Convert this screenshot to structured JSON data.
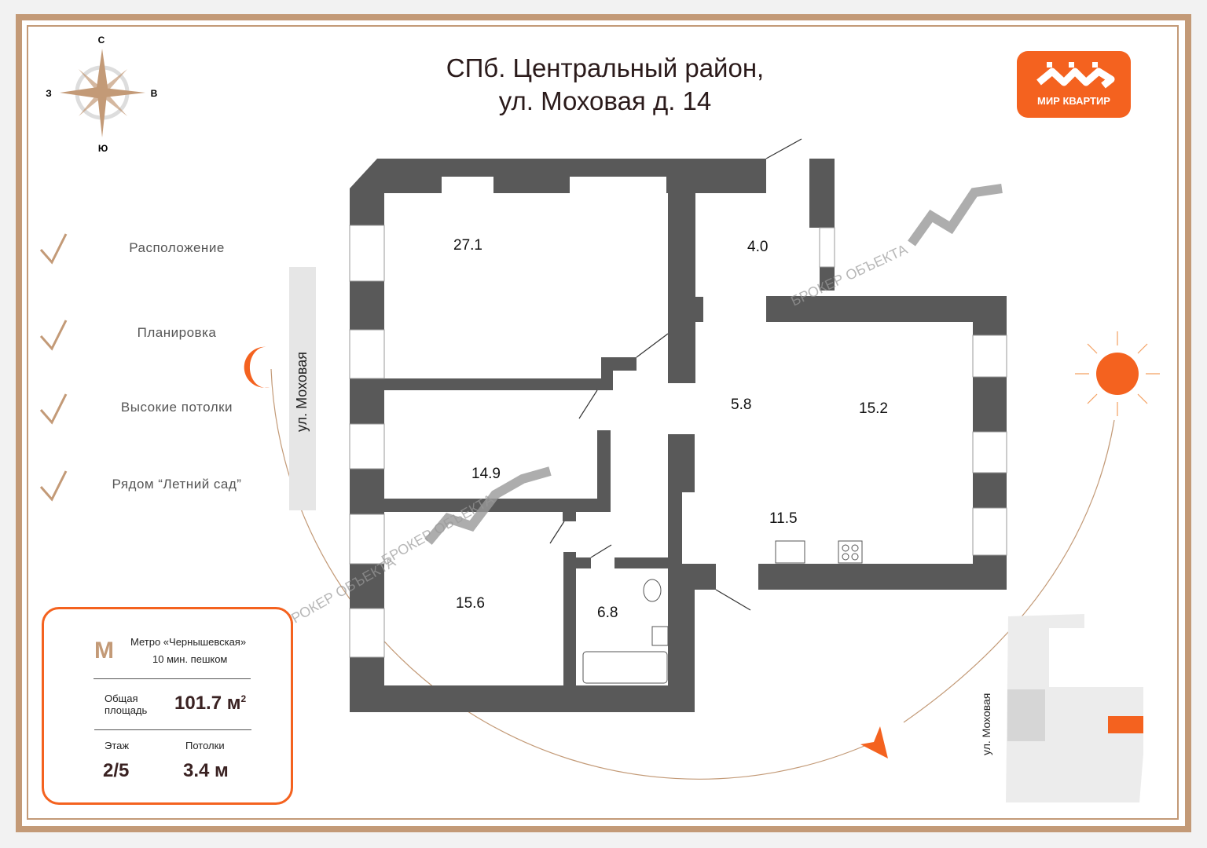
{
  "title": {
    "line1": "СПб. Центральный район,",
    "line2": "ул. Моховая д. 14"
  },
  "logo": {
    "text": "МИР КВАРТИР"
  },
  "compass": {
    "n": "С",
    "s": "Ю",
    "w": "З",
    "e": "В"
  },
  "features": [
    "Расположение",
    "Планировка",
    "Высокие потолки",
    "Рядом “Летний сад”"
  ],
  "street_label": "ул. Моховая",
  "rooms": [
    "27.1",
    "4.0",
    "5.8",
    "15.2",
    "14.9",
    "11.5",
    "15.6",
    "6.8"
  ],
  "watermark": "БРОКЕР ОБЪЕКТА",
  "info": {
    "metro": "Метро «Чернышевская»",
    "walk": "10 мин. пешком",
    "area_label_1": "Общая",
    "area_label_2": "площадь",
    "area_value": "101.7 м",
    "area_sup": "2",
    "floor_label": "Этаж",
    "floor_value": "2/5",
    "ceiling_label": "Потолки",
    "ceiling_value": "3.4 м"
  },
  "colors": {
    "accent": "#f4621f",
    "frame": "#c39a77",
    "wall": "#595959"
  }
}
